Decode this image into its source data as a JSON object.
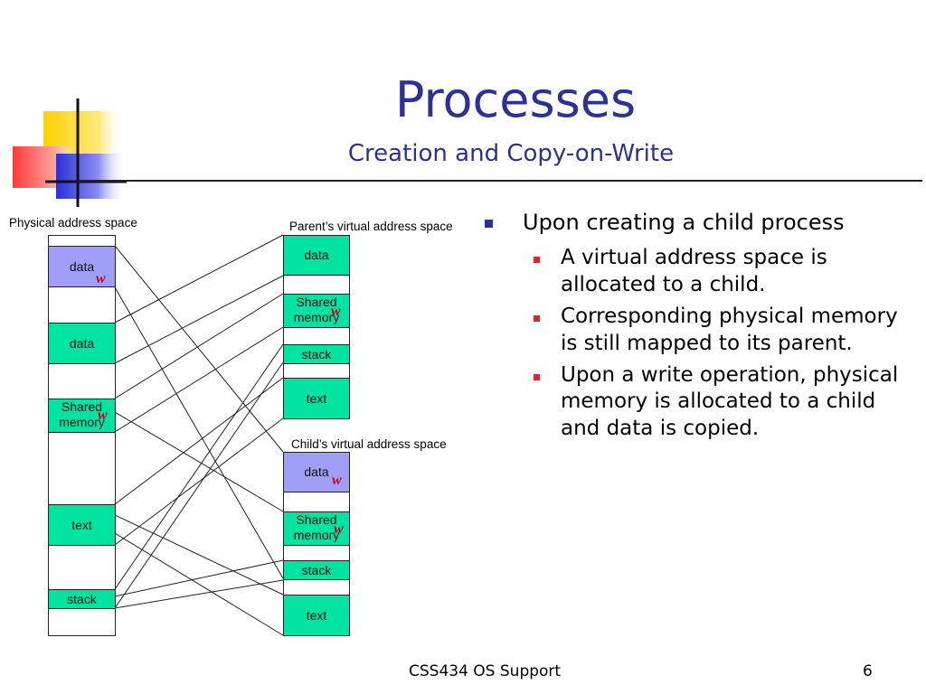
{
  "title": "Processes",
  "subtitle": "Creation and Copy-on-Write",
  "physical": {
    "label": "Physical address space",
    "data1": "data",
    "data2": "data",
    "shared": "Shared memory",
    "text": "text",
    "stack": "stack"
  },
  "parent": {
    "label": "Parent’s virtual address space",
    "data": "data",
    "shared": "Shared memory",
    "stack": "stack",
    "text": "text"
  },
  "child": {
    "label": "Child’s virtual address space",
    "data": "data",
    "shared": "Shared memory",
    "stack": "stack",
    "text": "text"
  },
  "write_mark": "w",
  "bullets": {
    "main": "Upon creating a child process",
    "sub": [
      "A virtual address space is allocated to a child.",
      "Corresponding physical memory is still mapped to its parent.",
      "Upon a write operation, physical memory is allocated to a child and data is copied."
    ]
  },
  "footer": {
    "course": "CSS434 OS Support",
    "page": "6"
  },
  "colors": {
    "title": "#2b3197",
    "green": "#00e3a1",
    "lavender": "#9f9ff8",
    "write_mark": "#d1001a",
    "bullet_main": "#2b3197",
    "bullet_sub": "#e0262a"
  }
}
